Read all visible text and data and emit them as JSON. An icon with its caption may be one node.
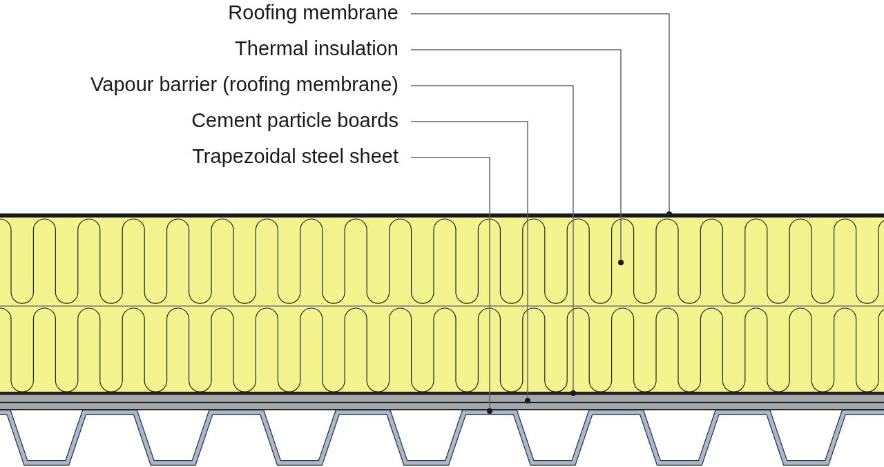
{
  "diagram": {
    "nodes": [
      {
        "text": [
          "Roofing membrane"
        ]
      },
      {
        "text": [
          "Thermal insulation"
        ]
      },
      {
        "text": [
          "Vapour barrier (roofing membrane)"
        ]
      },
      {
        "text": [
          "Cement particle boards"
        ]
      },
      {
        "text": [
          "Trapezoidal steel sheet"
        ]
      },
      {
        "text": [],
        "shape": "bar"
      },
      {
        "text": [],
        "shape": "box"
      },
      {
        "text": [],
        "shape": "bar"
      },
      {
        "text": [],
        "shape": "box"
      },
      {
        "text": [],
        "shape": "picture"
      }
    ],
    "edges": [
      {
        "from": 0,
        "to": 5,
        "arrow": "other"
      },
      {
        "from": 1,
        "to": 6,
        "arrow": "other"
      },
      {
        "from": 2,
        "to": 7,
        "arrow": "other"
      },
      {
        "from": 3,
        "to": 8,
        "arrow": "other"
      },
      {
        "from": 4,
        "to": 9,
        "arrow": "other"
      }
    ]
  }
}
